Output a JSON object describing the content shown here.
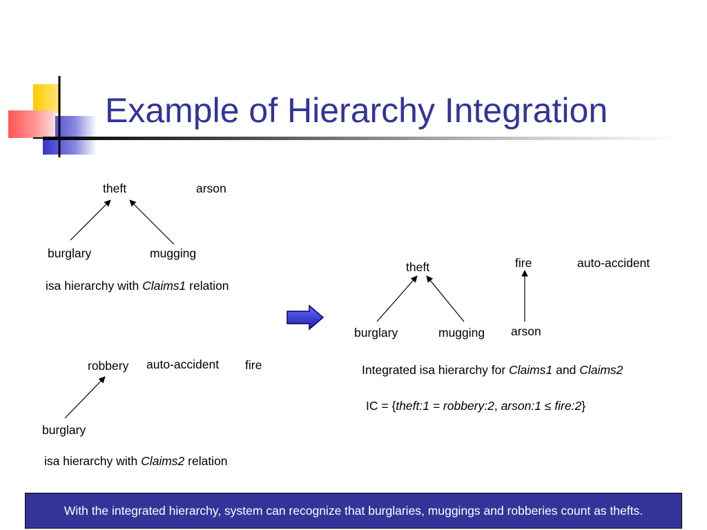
{
  "slide": {
    "title": "Example of Hierarchy Integration",
    "colors": {
      "title": "#333399",
      "accent_yellow": "#ffcc00",
      "accent_red": "#ff3333",
      "accent_blue": "#3333cc",
      "banner_bg": "#333399",
      "banner_text": "#ffffff"
    }
  },
  "claims1": {
    "nodes": {
      "theft": "theft",
      "arson": "arson",
      "burglary": "burglary",
      "mugging": "mugging"
    },
    "caption_prefix": "isa hierarchy with ",
    "caption_relation": "Claims1",
    "caption_suffix": " relation"
  },
  "claims2": {
    "nodes": {
      "robbery": "robbery",
      "auto_accident": "auto-accident",
      "fire": "fire",
      "burglary": "burglary"
    },
    "caption_prefix": "isa hierarchy with ",
    "caption_relation": "Claims2",
    "caption_suffix": " relation"
  },
  "integrated": {
    "nodes": {
      "theft": "theft",
      "fire": "fire",
      "auto_accident": "auto-accident",
      "burglary": "burglary",
      "mugging": "mugging",
      "arson": "arson"
    },
    "caption_prefix": "Integrated isa hierarchy for ",
    "caption_rel1": "Claims1",
    "caption_and": " and ",
    "caption_rel2": "Claims2"
  },
  "ic": {
    "prefix": "IC = {",
    "part1": "theft:1",
    "eq": " = ",
    "part2": "robbery:2",
    "comma": ", ",
    "part3": "arson:1",
    "le": " ≤ ",
    "part4": "fire:2",
    "suffix": "}"
  },
  "banner": {
    "text": "With the integrated hierarchy, system can recognize that burglaries, muggings and robberies count as thefts."
  },
  "icons": {
    "transform_arrow": "right-arrow-icon",
    "decoration": "squares-decoration-icon"
  }
}
